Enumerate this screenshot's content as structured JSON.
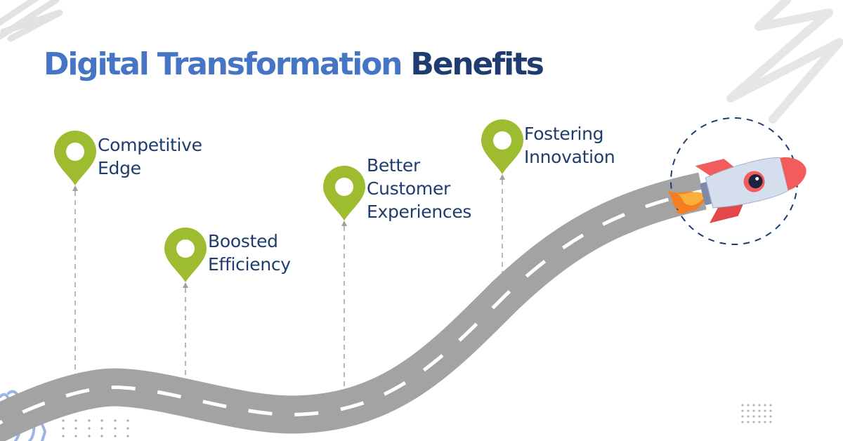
{
  "title": {
    "part1": "Digital Transformation",
    "part2": "Benefits",
    "color_part1": "#4575c4",
    "color_part2": "#1e3d6e"
  },
  "milestones": [
    {
      "lines": [
        "Competitive",
        "Edge"
      ],
      "icon": "map-pin-icon"
    },
    {
      "lines": [
        "Boosted",
        "Efficiency"
      ],
      "icon": "map-pin-icon"
    },
    {
      "lines": [
        "Better",
        "Customer",
        "Experiences"
      ],
      "icon": "map-pin-icon"
    },
    {
      "lines": [
        "Fostering",
        "Innovation"
      ],
      "icon": "map-pin-icon"
    }
  ],
  "colors": {
    "pin": "#9dbc2f",
    "road": "#a3a3a3",
    "road_dash": "#ffffff",
    "text": "#1e3d6e",
    "guide_line": "#9e9e9e",
    "rocket_circle": "#1e3d6e",
    "scribble": "#e4e4e4"
  },
  "decorations": {
    "rocket": "rocket-icon",
    "road": "winding-road"
  }
}
